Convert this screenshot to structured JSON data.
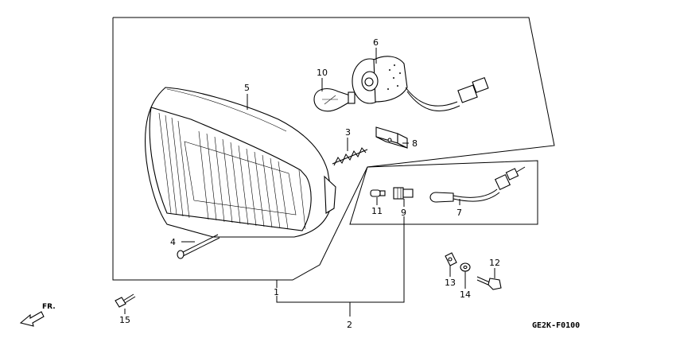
{
  "diagram_code": "GE2K-F0100",
  "direction_label": "FR.",
  "callouts": {
    "c1": "1",
    "c2": "2",
    "c3": "3",
    "c4": "4",
    "c5": "5",
    "c6": "6",
    "c7": "7",
    "c8": "8",
    "c9": "9",
    "c10": "10",
    "c11": "11",
    "c12": "12",
    "c13": "13",
    "c14": "14",
    "c15": "15"
  }
}
